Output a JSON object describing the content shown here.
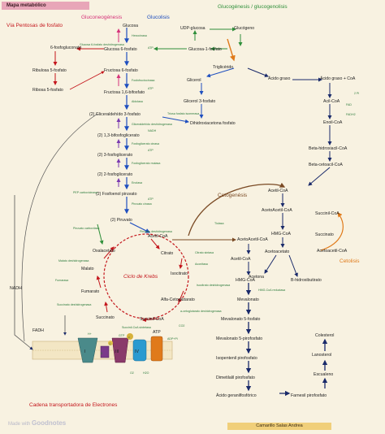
{
  "header": {
    "title": "Mapa metabólico"
  },
  "footer": {
    "author": "Camarillo Salas Andrea",
    "watermark_prefix": "Made with",
    "watermark_brand": "Goodnotes"
  },
  "sections": {
    "pentose": "Vía Pentosas de fosfato",
    "gluconeo": "Gluconeogénesis",
    "glucolisis": "Glucolisis",
    "glucogenesis": "Glucogénesis / glucogenolisis",
    "cetogenesis": "Cetogenésis",
    "krebs": "Ciclo de Krebs",
    "cetolisis": "Cetolisis",
    "cadena": "Cadena transportadora de Electrones"
  },
  "colors": {
    "pink": "#d6337a",
    "green": "#2f8f3a",
    "blue": "#1f4fbf",
    "orange": "#e07a1a",
    "purple": "#7a3ab0",
    "red": "#c4161c",
    "brown": "#7a4a24",
    "navy": "#1a2a6a"
  },
  "metabolites": {
    "glucosa": "Glucosa",
    "g6p": "Glucosa 6-fosfato",
    "f6p": "Fructosa 6-fosfato",
    "f16bp": "Fructosa 1,6-bifosfato",
    "gap": "(2) Gliceraldehído 3-fosfato",
    "dhap": "Dihidroxiacetona fosfato",
    "bpg": "(2) 1,3-bifosfoglicerato",
    "pg3": "(2) 3-fosfoglicerato",
    "pg2": "(2) 2-fosfoglicerato",
    "pep": "(2) Fosfoenol piruvato",
    "piruvato": "(2) Piruvato",
    "acetilcoa": "Acetil-CoA",
    "citrato": "Citrato",
    "isocitrato": "Isocitrato",
    "akg": "Alfa-Cetoglutarato",
    "succoa": "Succinil-CoA",
    "succinato": "Succinato",
    "fumarato": "Fumarato",
    "malato": "Malato",
    "oxalacetato": "Oxalacetato",
    "pglucon6": "6-fosfogluconato",
    "ribulosa": "Ribulosa 5-fosfato",
    "ribosa": "Ribosa 5-fosfato",
    "udpglc": "UDP-glucosa",
    "glucogeno": "Glucógeno",
    "g1p": "Glucosa-1-fosfato",
    "trigliceridos": "Triglicérido",
    "glicerol": "Glicerol",
    "glicerol3p": "Glicerol 3-fosfato",
    "acidograso": "Ácido graso",
    "acilcoa": "Ácido graso + CoA",
    "acilcoa2": "Acil-CoA",
    "enoilcoa": "Enoil-CoA",
    "bhacilcoa": "Beta-hidroxiacil-CoA",
    "bcetoacilcoa": "Beta-cetoacil-CoA",
    "acetilcoa2": "Acetil-CoA",
    "acetoacetilcoa": "AcetoAcetil-CoA",
    "hmgcoa": "HMG-CoA",
    "acetoacetato": "Acetoacetato",
    "acetona": "Acetona",
    "bhb": "B-hidroxibutirato",
    "succinilcoa": "Succinil-CoA",
    "succinato2": "Succinato",
    "acetoacetilcoa2": "Acetoacetil-CoA",
    "acetilcoa3": "Acetil-CoA",
    "acetoacetilcoa3": "AcetoAcetil-CoA",
    "hmgcoa2": "HMG-CoA",
    "mevalonato": "Mevalonato",
    "mev5p": "Mevalonato 5-fosfato",
    "mev5pp": "Mevalonato 5-pirofosfato",
    "ipp": "Isopentenil pirofosfato",
    "dmapp": "Dimetilalil pirofosfato",
    "gpp": "Ácido geranilfosfórico",
    "fpp": "Farnesil pirofosfato",
    "escualeno": "Escualeno",
    "lanosterol": "Lanosterol",
    "colesterol": "Colesterol"
  },
  "cofactors": {
    "nadh": "NADH",
    "fadh": "FADH",
    "atp": "ATP",
    "adp": "ADP+Pi",
    "two_pi": "2 Pi",
    "co2": "CO2",
    "nad": "NAD+",
    "h2o": "H2O",
    "coa": "CoA-SH",
    "o2": "O2",
    "h": "H+",
    "fad": "FAD",
    "fadh2": "FADH2",
    "gtp": "GTP"
  },
  "complexes": {
    "i": "I",
    "ii": "II",
    "iii": "III",
    "iv": "IV",
    "c": "c",
    "q": "Q"
  },
  "enzymes": {
    "hexocinasa": "Hexocinasa",
    "pfk": "Fosfofructocinasa",
    "aldolasa": "Aldolasa",
    "tpi": "Triosa fosfato isomerasa",
    "gapdh": "Gliceraldehído deshidrogenasa",
    "pgk": "Fosfoglicerato cinasa",
    "pgm": "Fosfoglicerato mutasa",
    "enolasa": "Enolasa",
    "pk": "Piruvato cinasa",
    "pdh": "Piruvato deshidrogenasa",
    "cs": "Citrato sintasa",
    "aconitasa": "Aconitasa",
    "idh": "Isocitrato deshidrogenasa",
    "akgdh": "a-cetoglutarato deshidrogenasa",
    "scs": "Succinil-CoA sintetasa",
    "sdh": "Succinato deshidrogenasa",
    "fumarasa": "Fumarasa",
    "mdh": "Malato deshidrogenasa",
    "pc": "Piruvato carboxilasa",
    "pepck": "PEP carboxicinasa",
    "g6pdh": "Glucosa 6-fosfato deshidrogenasa",
    "hmgcoa_red": "HMG-CoA reductasa",
    "tiolasa": "Tiolasa"
  }
}
